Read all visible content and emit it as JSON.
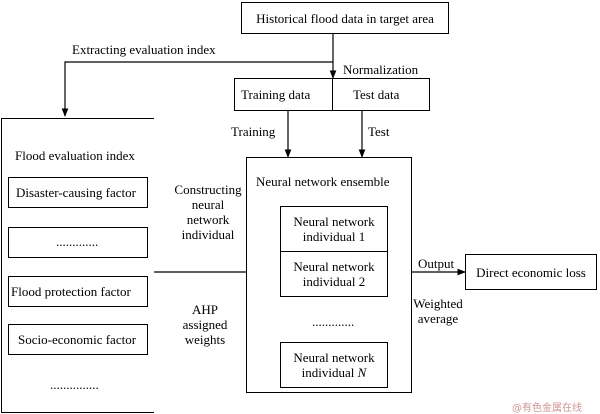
{
  "source_box": "Historical flood data in target area",
  "labels": {
    "extracting": "Extracting evaluation index",
    "normalization": "Normalization",
    "training_arrow": "Training",
    "test_arrow": "Test",
    "constructing": [
      "Constructing",
      "neural",
      "network",
      "individual"
    ],
    "ahp": [
      "AHP",
      "assigned",
      "weights"
    ],
    "output": "Output",
    "weighted": [
      "Weighted",
      "average"
    ]
  },
  "data_split": {
    "training": "Training data",
    "test": "Test data"
  },
  "flood_index": {
    "title": "Flood evaluation index",
    "items": [
      "Disaster-causing factor",
      ".............",
      "Flood protection factor",
      "Socio-economic factor"
    ],
    "trailing_dots": "..............."
  },
  "ensemble": {
    "title": "Neural network ensemble",
    "individuals": [
      {
        "line1": "Neural network",
        "line2_prefix": "individual ",
        "line2_suffix": "1"
      },
      {
        "line1": "Neural network",
        "line2_prefix": "individual ",
        "line2_suffix": "2"
      },
      {
        "line1": "Neural network",
        "line2_prefix": "individual ",
        "line2_suffix": "N"
      }
    ],
    "dots": "............."
  },
  "output_box": "Direct economic loss",
  "watermark": "@有色金属在线"
}
